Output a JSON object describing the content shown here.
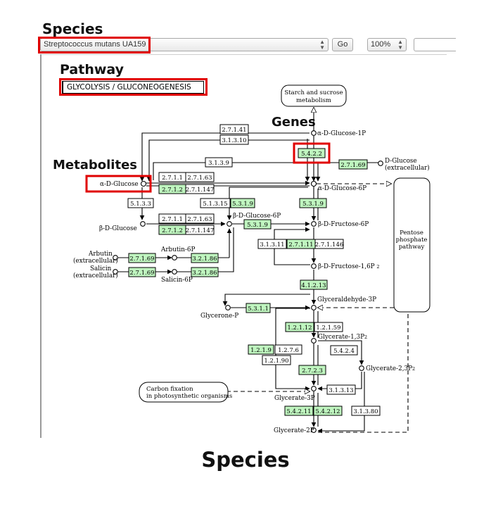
{
  "annotations": {
    "species_top": "Species",
    "pathway": "Pathway",
    "genes": "Genes",
    "metabolites": "Metabolites",
    "species_bottom": "Species"
  },
  "toolbar": {
    "species_value": "Streptococcus mutans UA159",
    "go_label": "Go",
    "zoom_value": "100%"
  },
  "pathway_title": "GLYCOLYSIS / GLUCONEOGENESIS",
  "colors": {
    "highlight": "#e00000",
    "gene_present": "#bff5bf",
    "gene_absent": "#ffffff",
    "line": "#000000"
  },
  "diagram": {
    "maps": {
      "starch": [
        "Starch and sucrose",
        "metabolism"
      ],
      "pentose": [
        "Pentose",
        "phosphate",
        "pathway"
      ],
      "carbon": [
        "Carbon fixation",
        "in photosynthetic organisms"
      ]
    },
    "metabolites": {
      "a_glucose_1p": "α-D-Glucose-1P",
      "d_glucose_ext": [
        "D-Glucose",
        "(extracellular)"
      ],
      "a_glucose": "α-D-Glucose",
      "a_glucose_6p": "α-D-Glucose-6P",
      "b_glucose_6p": "β-D-Glucose-6P",
      "b_glucose": "β-D-Glucose",
      "b_fructose_6p": "β-D-Fructose-6P",
      "arbutin_ext": [
        "Arbutin",
        "(extracellular)"
      ],
      "arbutin_6p": "Arbutin-6P",
      "salicin_ext": [
        "Salicin",
        "(extracellular)"
      ],
      "salicin_6p": "Salicin-6P",
      "b_fructose_16p": "β-D-Fructose-1,6P",
      "b_fructose_16p_sub": "2",
      "glyceraldehyde_3p": "Glyceraldehyde-3P",
      "glycerone_p": "Glycerone-P",
      "glycerate_13p2": "Glycerate-1,3P",
      "glycerate_13p2_sub": "2",
      "glycerate_23p2": "Glycerate-2,3P",
      "glycerate_23p2_sub": "2",
      "glycerate_3p": "Glycerate-3P",
      "glycerate_2p": "Glycerate-2P"
    },
    "enzymes": {
      "e27141": "2.7.1.41",
      "e31310": "3.1.3.10",
      "e5422": "5.4.2.2",
      "e3139": "3.1.3.9",
      "e27169a": "2.7.1.69",
      "e2711a": "2.7.1.1",
      "e27163a": "2.7.1.63",
      "e2712a": "2.7.1.2",
      "e271147a": "2.7.1.147",
      "e5133": "5.1.3.3",
      "e51315": "5.1.3.15",
      "e5319a": "5.3.1.9",
      "e5319b": "5.3.1.9",
      "e2711b": "2.7.1.1",
      "e27163b": "2.7.1.63",
      "e2712b": "2.7.1.2",
      "e271147b": "2.7.1.147",
      "e5319c": "5.3.1.9",
      "e31311": "3.1.3.11",
      "e27111": "2.7.1.11",
      "e271146": "2.7.1.146",
      "e27169b": "2.7.1.69",
      "e32186a": "3.2.1.86",
      "e27169c": "2.7.1.69",
      "e32186b": "3.2.1.86",
      "e41213": "4.1.2.13",
      "e5311": "5.3.1.1",
      "e12112": "1.2.1.12",
      "e12159": "1.2.1.59",
      "e1219": "1.2.1.9",
      "e1276": "1.2.7.6",
      "e5424": "5.4.2.4",
      "e12190": "1.2.1.90",
      "e2723": "2.7.2.3",
      "e31313": "3.1.3.13",
      "e54211": "5.4.2.11",
      "e54212": "5.4.2.12",
      "e31380": "3.1.3.80"
    }
  }
}
